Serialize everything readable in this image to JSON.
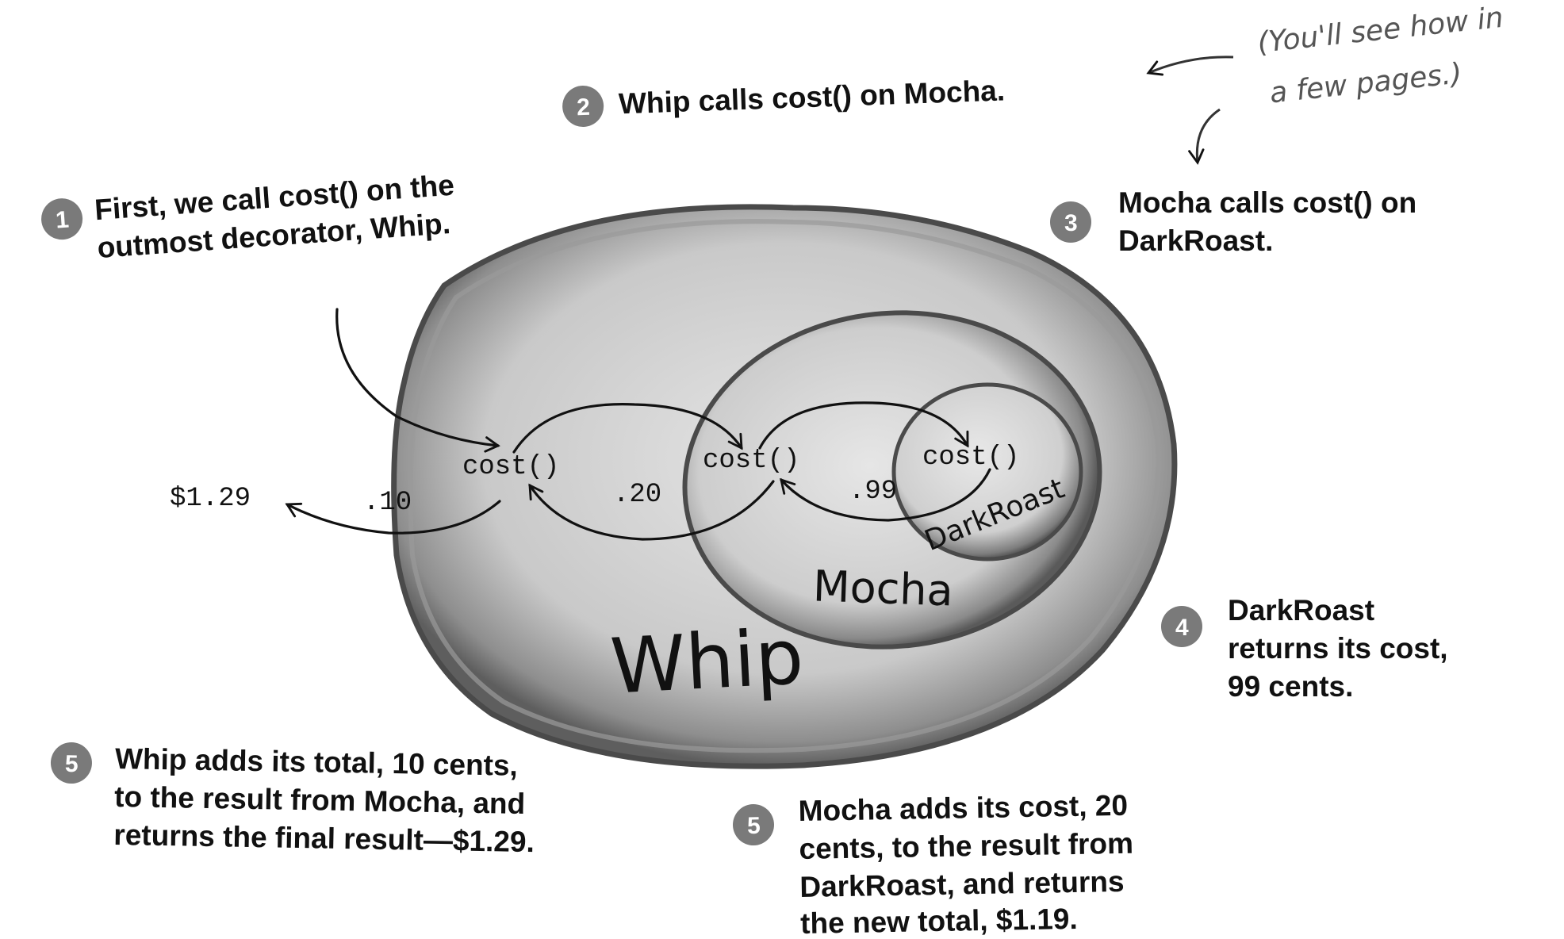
{
  "note": {
    "line1": "(You'll see how in",
    "line2": "a few pages.)"
  },
  "steps": [
    {
      "badge": "1",
      "lines": [
        "First, we call cost() on the",
        "outmost decorator, Whip."
      ]
    },
    {
      "badge": "2",
      "lines": [
        "Whip calls cost() on Mocha."
      ]
    },
    {
      "badge": "3",
      "lines": [
        "Mocha calls cost() on",
        "DarkRoast."
      ]
    },
    {
      "badge": "4",
      "lines": [
        "DarkRoast",
        "returns its cost,",
        "99 cents."
      ]
    },
    {
      "badge": "5",
      "lines": [
        "Whip adds its total, 10 cents,",
        "to the result from Mocha, and",
        "returns the final result—$1.29."
      ]
    },
    {
      "badge": "5",
      "lines": [
        "Mocha adds its cost, 20",
        "cents, to the result from",
        "DarkRoast, and returns",
        "the new total, $1.19."
      ]
    }
  ],
  "objects": {
    "whip": {
      "label": "Whip",
      "method": "cost()",
      "value": ".10"
    },
    "mocha": {
      "label": "Mocha",
      "method": "cost()",
      "value": ".20"
    },
    "darkroast": {
      "label": "DarkRoast",
      "method": "cost()",
      "value": ".99"
    }
  },
  "result": "$1.29",
  "colors": {
    "shell": "#8a8a8a",
    "inner": "#d2d2d2",
    "badge": "#7a7a7a",
    "ink": "#111111"
  }
}
